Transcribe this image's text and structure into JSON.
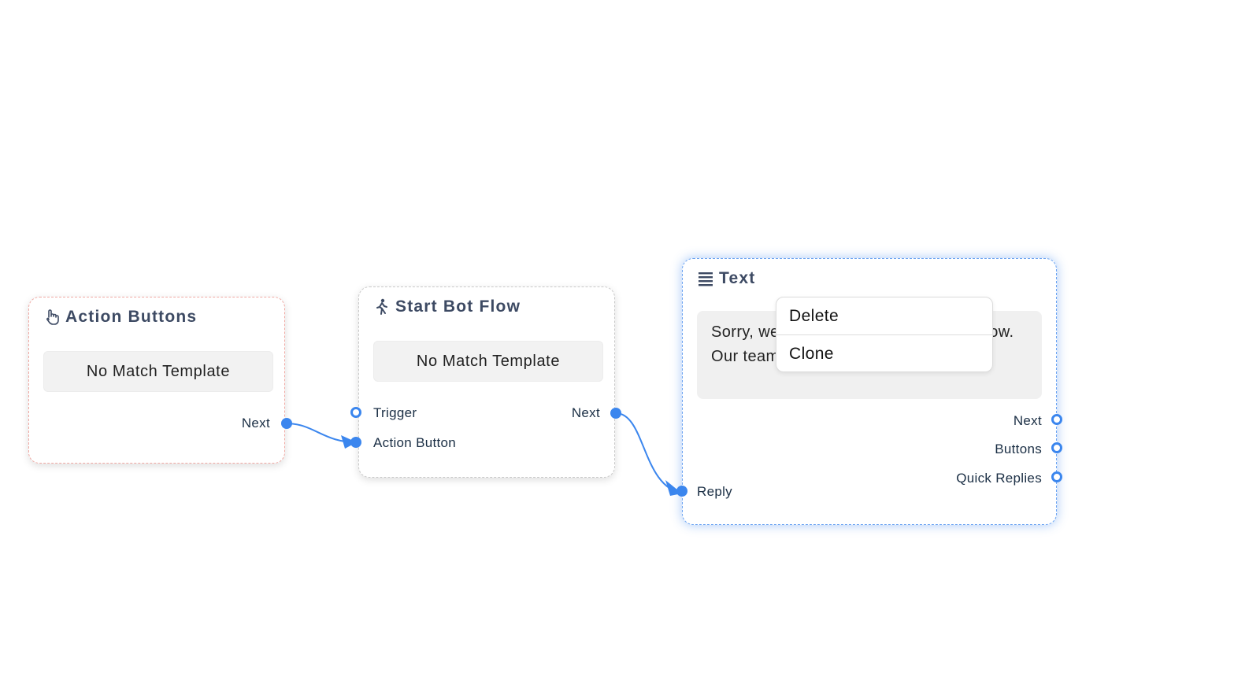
{
  "nodes": {
    "action_buttons": {
      "title": "Action Buttons",
      "icon": "hand-pointer-icon",
      "template": "No Match Template",
      "outputs": [
        "Next"
      ]
    },
    "start_bot_flow": {
      "title": "Start Bot Flow",
      "icon": "walking-person-icon",
      "template": "No Match Template",
      "inputs": [
        "Trigger",
        "Action Button"
      ],
      "outputs": [
        "Next"
      ]
    },
    "text": {
      "title": "Text",
      "icon": "list-lines-icon",
      "message": "Sorry, we don't have any content to show. Our team will reply to you soon.",
      "inputs": [
        "Reply"
      ],
      "outputs": [
        "Next",
        "Buttons",
        "Quick Replies"
      ]
    }
  },
  "context_menu": {
    "items": [
      "Delete",
      "Clone"
    ]
  },
  "colors": {
    "connector": "#3b86ee",
    "node1_border": "#f0a9a3",
    "node3_border": "#6aa3f2"
  }
}
